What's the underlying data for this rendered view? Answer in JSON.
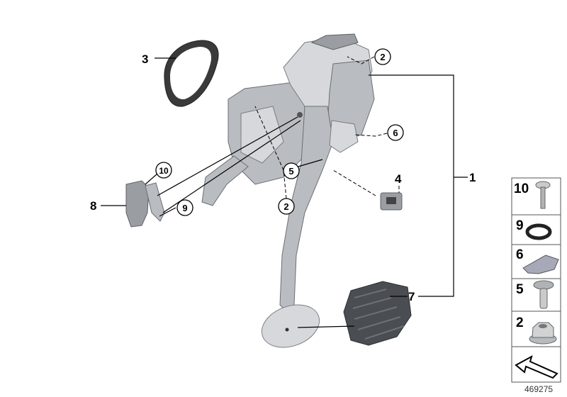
{
  "diagram": {
    "callouts": [
      {
        "number": "3",
        "style": "plain"
      },
      {
        "number": "2",
        "style": "circled"
      },
      {
        "number": "6",
        "style": "circled"
      },
      {
        "number": "1",
        "style": "plain"
      },
      {
        "number": "4",
        "style": "plain"
      },
      {
        "number": "5",
        "style": "circled"
      },
      {
        "number": "2",
        "style": "circled"
      },
      {
        "number": "10",
        "style": "circled"
      },
      {
        "number": "8",
        "style": "plain"
      },
      {
        "number": "9",
        "style": "circled"
      },
      {
        "number": "7",
        "style": "plain"
      }
    ],
    "legend": [
      {
        "number": "10",
        "part": "screw"
      },
      {
        "number": "9",
        "part": "o-ring"
      },
      {
        "number": "6",
        "part": "clip"
      },
      {
        "number": "5",
        "part": "pin"
      },
      {
        "number": "2",
        "part": "flange-nut"
      },
      {
        "number": "",
        "part": "arrow"
      }
    ],
    "reference_number": "469275"
  }
}
